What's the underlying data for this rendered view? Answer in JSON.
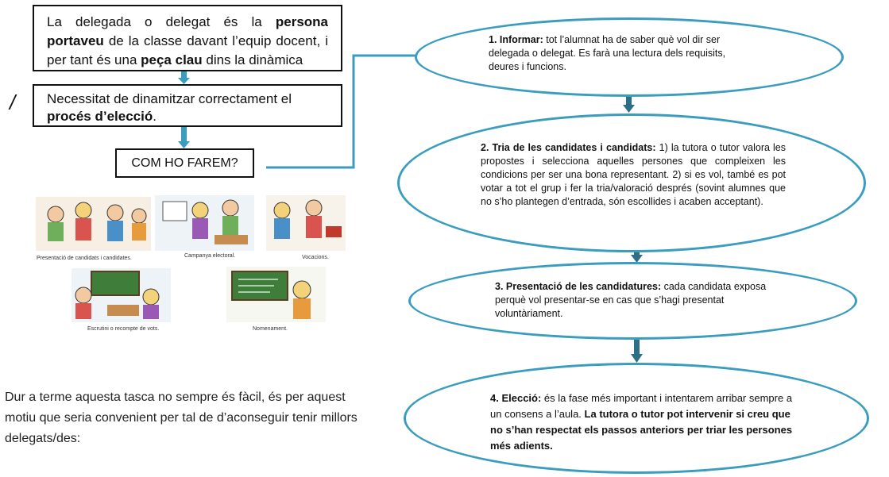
{
  "box1": {
    "t1": "La delegada o delegat és la ",
    "b1": "persona portaveu",
    "t2": " de la classe davant l’equip docent, i per tant és una ",
    "b2": "peça clau",
    "t3": " dins la dinàmica"
  },
  "box2": {
    "t1": "Necessitat de dinamitzar correctament el ",
    "b1": "procés d’elecció",
    "t2": "."
  },
  "box3": {
    "label": "COM HO FAREM?"
  },
  "slash": "/",
  "steps": [
    {
      "bold": "1. Informar:",
      "text": " tot l’alumnat ha de saber què vol dir ser delegada o delegat. Es farà una lectura dels requisits, deures i funcions."
    },
    {
      "bold": "2. Tria de les candidates i candidats:",
      "text": " 1) la tutora o tutor valora les propostes i selecciona aquelles persones que compleixen les condicions per ser una bona representant. 2) si es vol, també es pot votar a tot el grup i fer la tria/valoració després (sovint alumnes que no s’ho plantegen d’entrada, són escollides i acaben acceptant)."
    },
    {
      "bold": "3. Presentació de les candidatures:",
      "text": " cada candidata exposa perquè vol presentar-se en cas que s’hagi presentat voluntàriament."
    },
    {
      "bold": "4. Elecció:",
      "text": " és la fase més important i intentarem arribar sempre a un consens a l’aula. ",
      "bold2": "La tutora o tutor pot intervenir si creu que no s’han respectat els passos anteriors per triar les persones més adients."
    }
  ],
  "captions": [
    "Presentació de candidats i candidates.",
    "Campanya electoral.",
    "Vocacions.",
    "Escrutini o recompte de vots.",
    "Nomenament."
  ],
  "bottom_text": "Dur a terme aquesta tasca no sempre és fàcil, és per aquest motiu que seria convenient per tal de d’aconseguir tenir millors delegats/des:",
  "colors": {
    "arrow": "#3a9cbf",
    "connector": "#2c6f86",
    "border": "#111111"
  }
}
